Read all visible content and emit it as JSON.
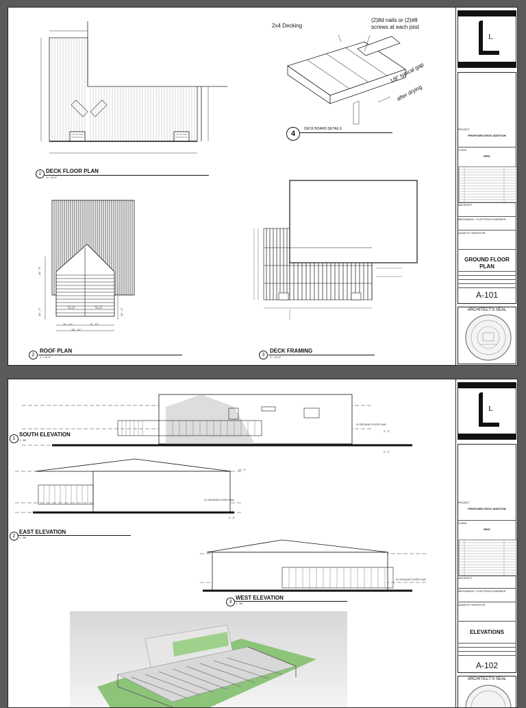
{
  "sheet1": {
    "views": {
      "deck_floor_plan": {
        "number": "1",
        "title": "DECK FLOOR PLAN",
        "scale": "1\" = 8'-0\""
      },
      "roof_plan": {
        "number": "2",
        "title": "ROOF PLAN",
        "scale": "1\" = 8'-0\""
      },
      "deck_framing": {
        "number": "3",
        "title": "DECK FRAMING",
        "scale": "1\" = 8'-0\""
      },
      "deck_board_details": {
        "number": "4",
        "title": "DECK BOARD DETAILS"
      }
    },
    "detail_notes": {
      "decking": "2x4 Decking",
      "nails_line1": "(2)8d nails or (2)#8",
      "nails_line2": "screws at each joist",
      "gap_line1": "1/8\" typical gap",
      "gap_line2": "after drying"
    },
    "roof_dims": {
      "d1": "10' - 5\"",
      "d2": "10' - 2\"",
      "d3": "10' - 2\"",
      "d4": "10' - 11\"",
      "d5": "8' - 11\"",
      "d6": "19' - 11\""
    },
    "title_block": {
      "logo_letter": "L",
      "project_label": "PROJECT",
      "project_name": "PROPOSED DECK ADDITION",
      "client_label": "CLIENT",
      "client_name": "ERIC",
      "architect_label": "ARCHITECT",
      "mep_label": "MECHANICAL + ELECTRICAL ENGINEER",
      "qs_label": "QUANTITY SURVEYOR",
      "sheet_title": "GROUND FLOOR PLAN",
      "sheet_number": "A-101",
      "seal_label": "ARCHITECT'S SEAL"
    }
  },
  "sheet2": {
    "views": {
      "south_elevation": {
        "number": "1",
        "title": "SOUTH ELEVATION",
        "scale": "1 : 50"
      },
      "east_elevation": {
        "number": "2",
        "title": "EAST ELEVATION",
        "scale": "1 : 50"
      },
      "west_elevation": {
        "number": "3",
        "title": "WEST ELEVATION",
        "scale": "1 : 50"
      }
    },
    "level_labels": {
      "ground": "01 GROUND FLOOR PLAN",
      "south_ground_elev": "3' - 3\"",
      "south_low": "0' - 0\"",
      "east_top": "12' - 0\"",
      "east_ground_elev": "0' - 0\""
    },
    "title_block": {
      "logo_letter": "L",
      "project_label": "PROJECT",
      "project_name": "PROPOSED DECK ADDITION",
      "client_label": "CLIENT",
      "client_name": "ERIC",
      "architect_label": "ARCHITECT",
      "mep_label": "MECHANICAL + ELECTRICAL ENGINEER",
      "qs_label": "QUANTITY SURVEYOR",
      "sheet_title": "ELEVATIONS",
      "sheet_number": "A-102",
      "seal_label": "ARCHITECT'S SEAL"
    }
  }
}
